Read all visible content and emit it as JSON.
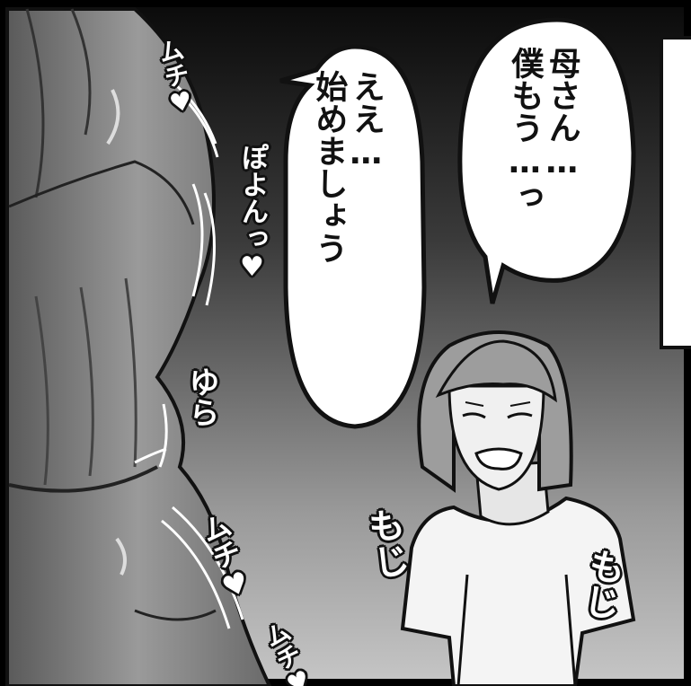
{
  "speech": {
    "son": "母さん…\n僕もう…っ",
    "mother": "ええ…\n始めましょう"
  },
  "sfx": {
    "muchi_top": "ムチ♥",
    "poyon": "ぽよんっ♥",
    "yura": "ゆら",
    "muchi_mid": "ムチ♥",
    "muchi_low": "ムチ♥",
    "moji_left": "もじ",
    "moji_right": "もじ"
  },
  "colors": {
    "background_dark": "#0c0c0c",
    "background_light": "#bdbdbd",
    "figure_grey": "#8c8c8c",
    "ink": "#111111"
  }
}
